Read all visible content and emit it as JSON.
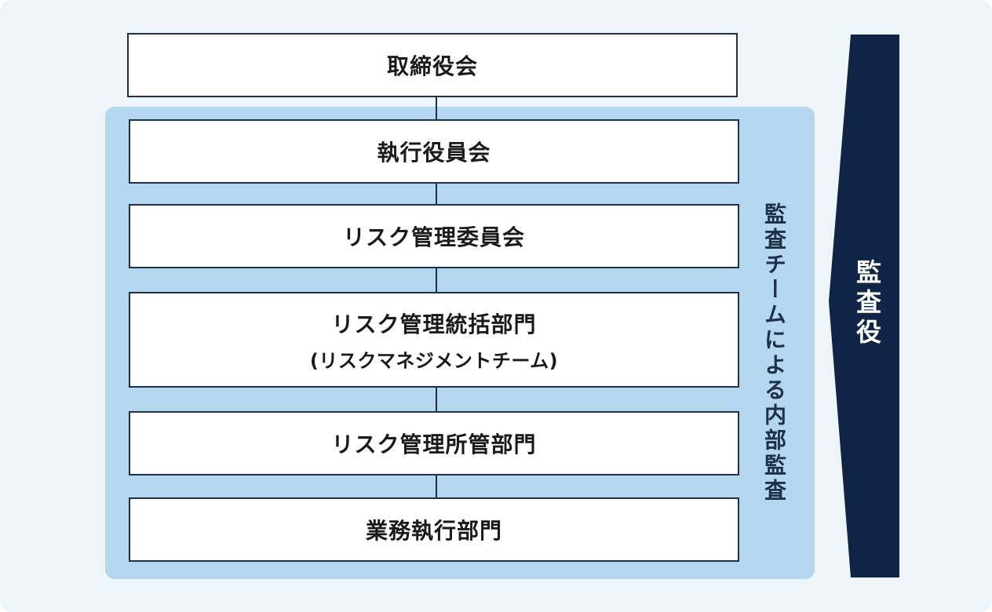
{
  "diagram": {
    "nodes": [
      {
        "id": "board",
        "label": "取締役会"
      },
      {
        "id": "exec",
        "label": "執行役員会"
      },
      {
        "id": "risk-committee",
        "label": "リスク管理委員会"
      },
      {
        "id": "risk-dept",
        "label": "リスク管理統括部門",
        "sublabel": "(リスクマネジメントチーム)"
      },
      {
        "id": "risk-owner",
        "label": "リスク管理所管部門"
      },
      {
        "id": "business",
        "label": "業務執行部門"
      }
    ],
    "internal_audit_label": "監査チームによる内部監査",
    "auditor_label": "監査役",
    "colors": {
      "background": "#edf5fb",
      "panel": "#b4d6ee",
      "navy": "#0f2446",
      "border": "#1d3047"
    }
  }
}
